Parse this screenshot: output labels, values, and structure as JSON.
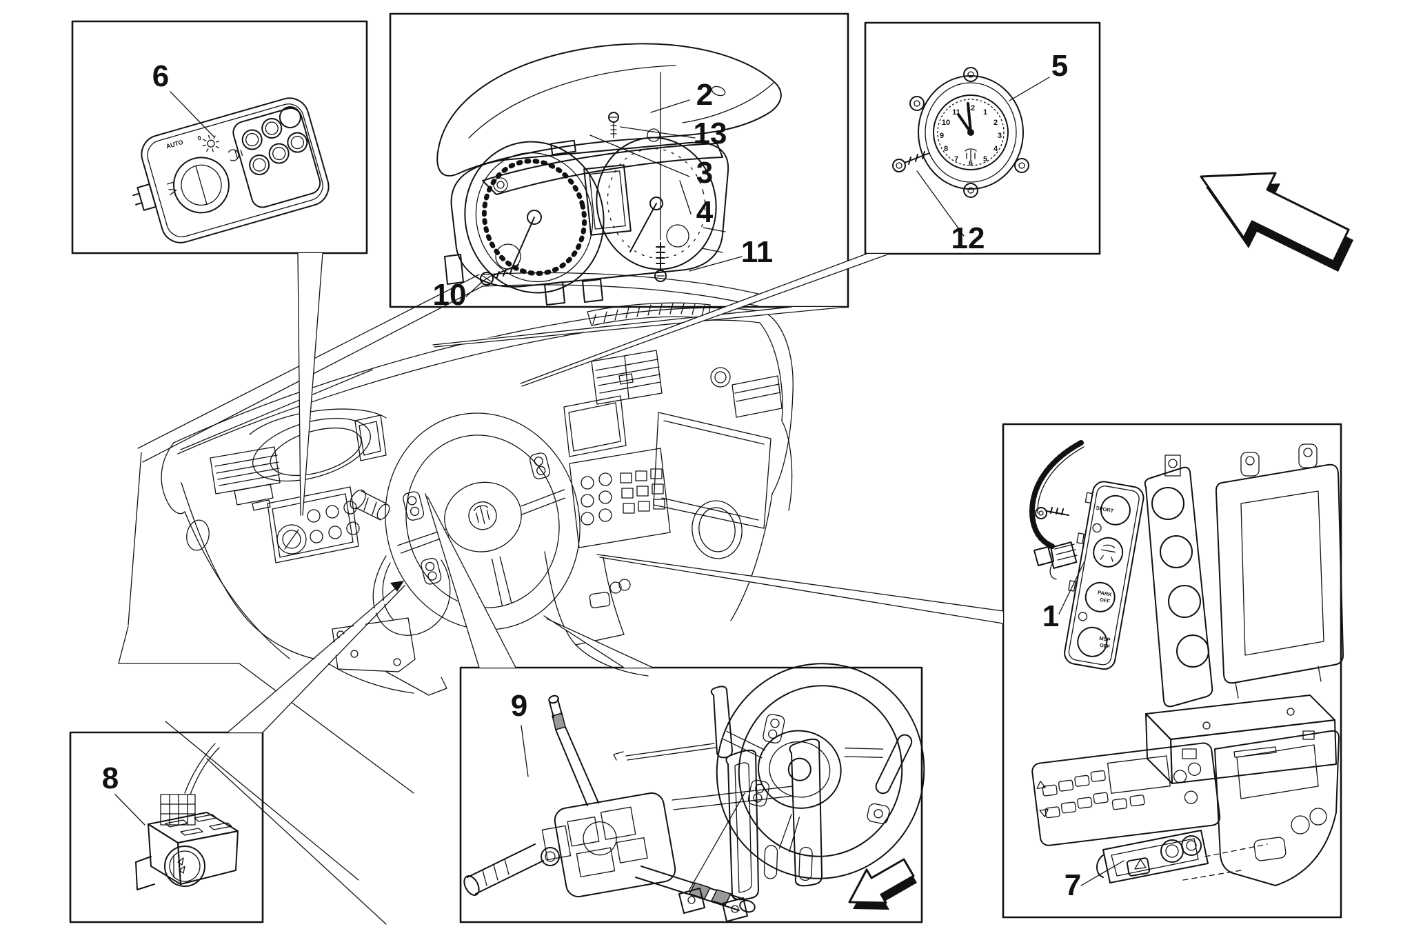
{
  "diagram_type": "car-dashboard-devices-exploded-parts-diagram",
  "colors": {
    "ink": "#111111",
    "paper": "#ffffff",
    "stalk_band_gray": "#9a9a9a"
  },
  "callouts": {
    "c1": {
      "label": "1",
      "name": "console-switch-strip"
    },
    "c2": {
      "label": "2",
      "name": "instrument-cluster-cowl"
    },
    "c3": {
      "label": "3",
      "name": "cluster-trim-plate"
    },
    "c4": {
      "label": "4",
      "name": "instrument-cluster"
    },
    "c5": {
      "label": "5",
      "name": "analog-clock"
    },
    "c6": {
      "label": "6",
      "name": "headlight-switch-panel"
    },
    "c7": {
      "label": "7",
      "name": "hazard-switch-assembly"
    },
    "c8": {
      "label": "8",
      "name": "mirror-adjust-switch"
    },
    "c9": {
      "label": "9",
      "name": "steering-column-stalk-unit"
    },
    "c10": {
      "label": "10",
      "name": "screw-lower-left"
    },
    "c11": {
      "label": "11",
      "name": "screw-long"
    },
    "c12": {
      "label": "12",
      "name": "clock-screw"
    },
    "c13": {
      "label": "13",
      "name": "cowl-screw"
    }
  },
  "headlight_switch": {
    "auto_label": "AUTO",
    "zero_label": "0"
  },
  "strip_buttons": {
    "sport": "SPORT",
    "park_line1": "PARK",
    "park_line2": "OFF",
    "msp_line1": "MSP",
    "msp_line2": "OFF"
  },
  "clock": {
    "numerals": [
      "12",
      "1",
      "2",
      "3",
      "4",
      "5",
      "6",
      "7",
      "8",
      "9",
      "10",
      "11"
    ]
  }
}
